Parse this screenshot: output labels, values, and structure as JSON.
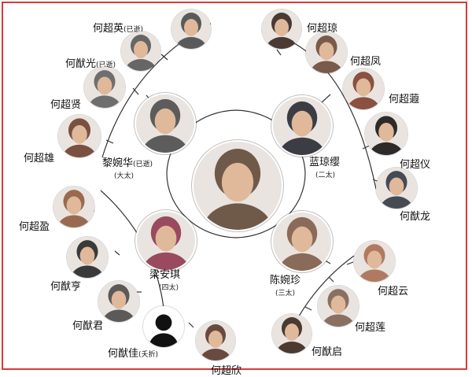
{
  "patriarch": {
    "color": "#6f5a4a"
  },
  "wives": [
    {
      "key": "wife1",
      "name": "黎婉华",
      "tag": "(已逝)",
      "sub": "(大太)",
      "color": "#5c5c5c"
    },
    {
      "key": "wife2",
      "name": "蓝琼缨",
      "tag": "",
      "sub": "(二太)",
      "color": "#3c3c44"
    },
    {
      "key": "wife3",
      "name": "梁安琪",
      "tag": "",
      "sub": "(四太)",
      "color": "#9a4a5e"
    },
    {
      "key": "wife4",
      "name": "陈婉珍",
      "tag": "",
      "sub": "(三太)",
      "color": "#8a6a58"
    }
  ],
  "children": [
    {
      "key": "c1",
      "name": "何超英",
      "tag": "(已逝)",
      "color": "#5a5a5a"
    },
    {
      "key": "c2",
      "name": "何猷光",
      "tag": "(已逝)",
      "color": "#666666"
    },
    {
      "key": "c3",
      "name": "何超贤",
      "tag": "",
      "color": "#6e6e6e"
    },
    {
      "key": "c4",
      "name": "何超雄",
      "tag": "",
      "color": "#7a5040"
    },
    {
      "key": "c5",
      "name": "何超琼",
      "tag": "",
      "color": "#4a3a34"
    },
    {
      "key": "c6",
      "name": "何超凤",
      "tag": "",
      "color": "#7a5a4a"
    },
    {
      "key": "c7",
      "name": "何超蕸",
      "tag": "",
      "color": "#8a5040"
    },
    {
      "key": "c8",
      "name": "何超仪",
      "tag": "",
      "color": "#2e2a2a"
    },
    {
      "key": "c9",
      "name": "何猷龙",
      "tag": "",
      "color": "#454a55"
    },
    {
      "key": "c10",
      "name": "何超盈",
      "tag": "",
      "color": "#9a6a50"
    },
    {
      "key": "c11",
      "name": "何猷亨",
      "tag": "",
      "color": "#3a3a3a"
    },
    {
      "key": "c12",
      "name": "何猷君",
      "tag": "",
      "color": "#5a5a5a"
    },
    {
      "key": "c13",
      "name": "何猷佳",
      "tag": "(夭折)",
      "color": "#0d0d0d"
    },
    {
      "key": "c14",
      "name": "何超欣",
      "tag": "",
      "color": "#6a4a40"
    },
    {
      "key": "c15",
      "name": "何超云",
      "tag": "",
      "color": "#b07a62"
    },
    {
      "key": "c16",
      "name": "何超莲",
      "tag": "",
      "color": "#8a7060"
    },
    {
      "key": "c17",
      "name": "何猷启",
      "tag": "",
      "color": "#4a3a30"
    }
  ],
  "colors": {
    "frame": "#d93a3a",
    "lines": "#333333"
  }
}
